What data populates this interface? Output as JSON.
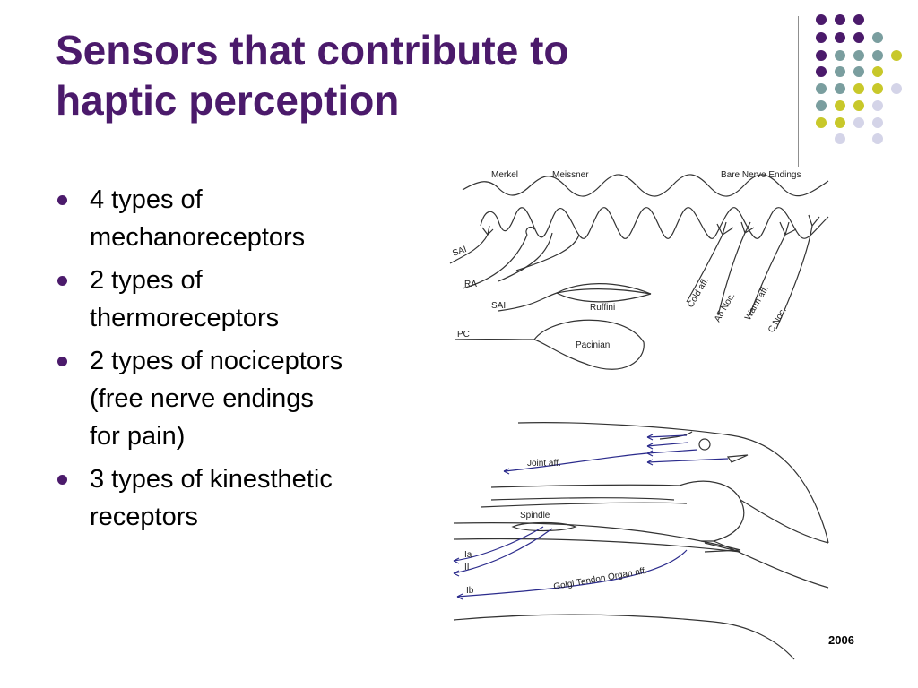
{
  "slide": {
    "title_lines": [
      "Sensors that contribute to",
      "haptic perception"
    ],
    "bullets": [
      {
        "line1": "4 types of",
        "line2": "mechanoreceptors",
        "line3": ""
      },
      {
        "line1": "2 types of",
        "line2": "thermoreceptors",
        "line3": ""
      },
      {
        "line1": "2 types of nociceptors",
        "line2": "(free nerve endings",
        "line3": "for pain)"
      },
      {
        "line1": "3 types of kinesthetic",
        "line2": "receptors",
        "line3": ""
      }
    ],
    "footer_year": "2006"
  },
  "skin_figure": {
    "labels": {
      "merkel": "Merkel",
      "meissner": "Meissner",
      "bare": "Bare Nerve Endings",
      "sai": "SAI",
      "ra": "RA",
      "saii": "SAII",
      "ruffini": "Ruffini",
      "pc": "PC",
      "pacinian": "Pacinian",
      "cold": "Cold aff.",
      "adelta": "Aδ Noc.",
      "warm": "Warm aff.",
      "cnoc": "C Noc."
    }
  },
  "joint_figure": {
    "labels": {
      "joint": "Joint aff.",
      "spindle": "Spindle",
      "ia": "Ia",
      "ii": "II",
      "ib": "Ib",
      "golgi": "Golgi Tendon Organ aff."
    }
  },
  "colors": {
    "title": "#4b1a6b",
    "dot_purple": "#4b1a6b",
    "dot_teal": "#7a9e9f",
    "dot_yellow": "#c8c82a",
    "dot_lavender": "#d4d4e8",
    "arrow_blue": "#2b2b8c"
  }
}
